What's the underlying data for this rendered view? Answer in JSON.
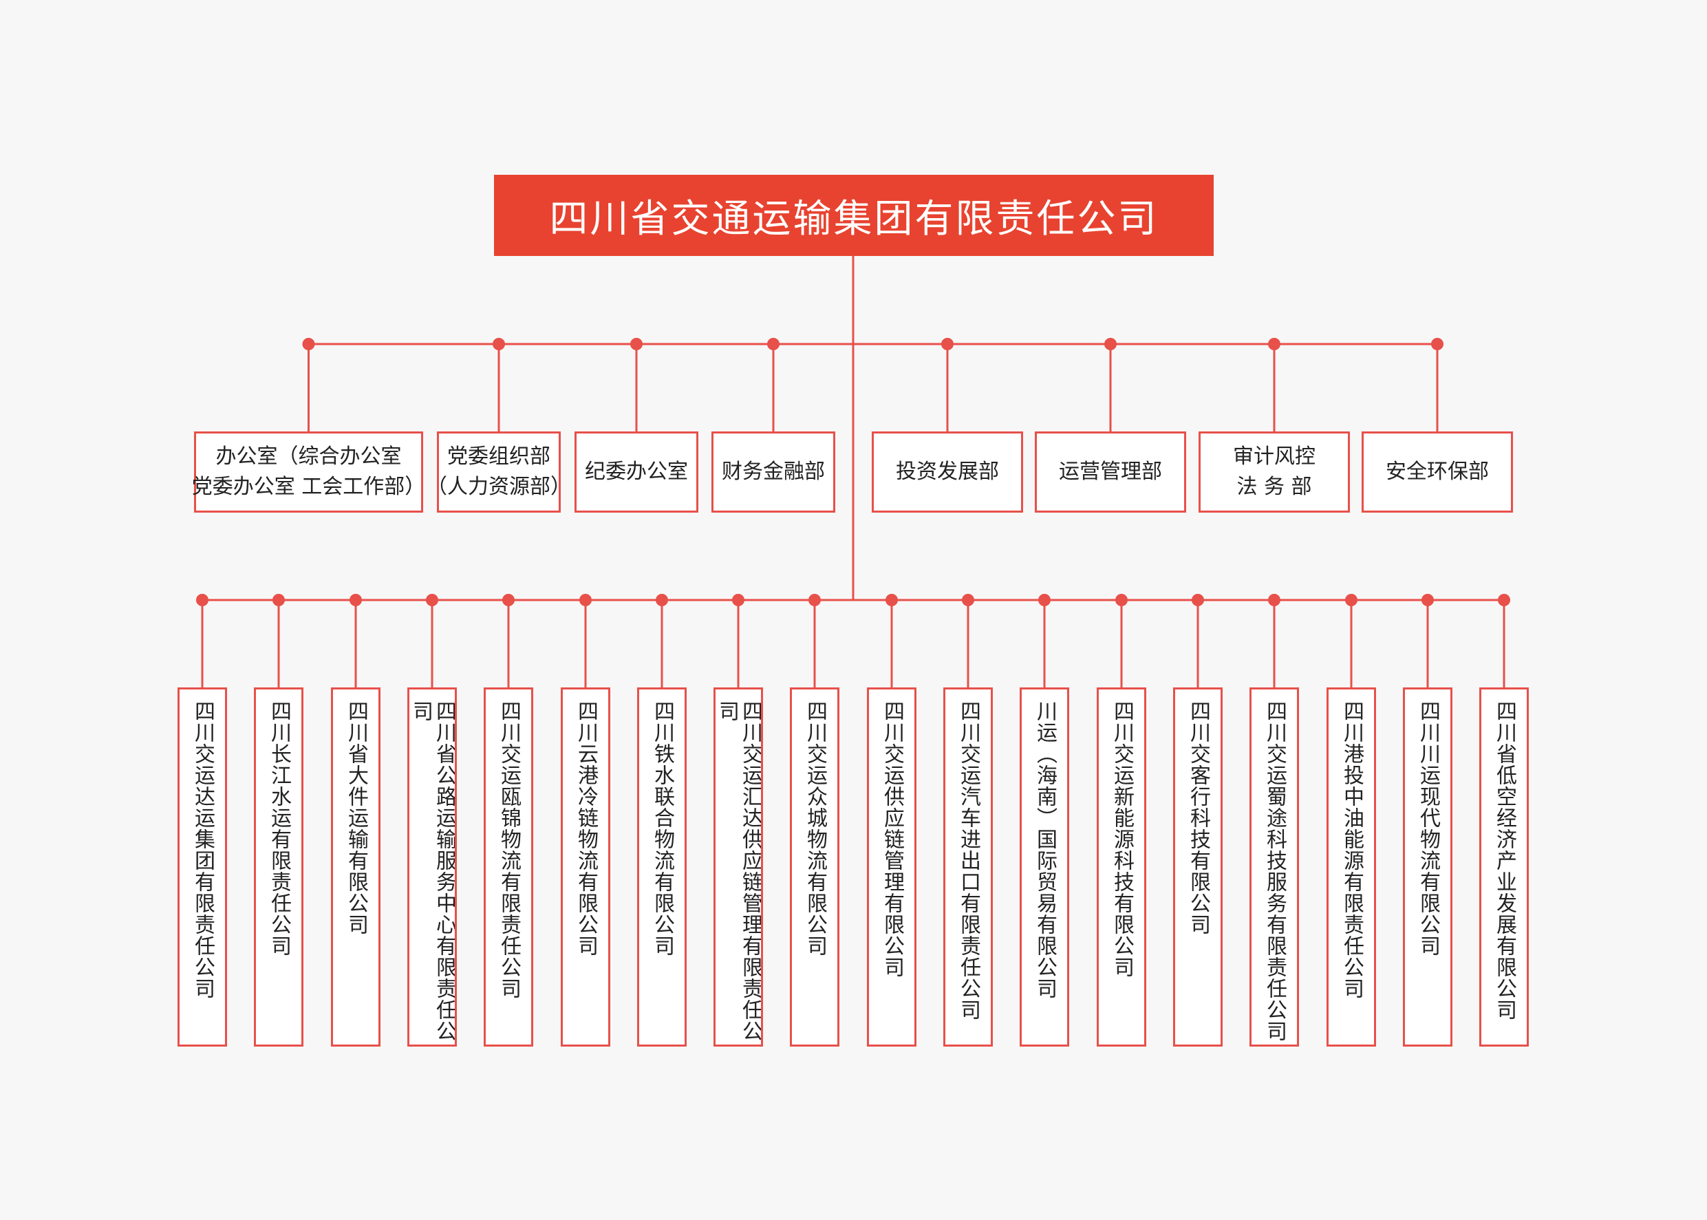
{
  "colors": {
    "accent": "#e84330",
    "line": "#e8504a",
    "background": "#f7f7f7",
    "text": "#222222"
  },
  "root": {
    "label": "四川省交通运输集团有限责任公司"
  },
  "departments": [
    {
      "id": "office",
      "line1": "办公室（综合办公室",
      "line2": "党委办公室 工会工作部）"
    },
    {
      "id": "party-org",
      "line1": "党委组织部",
      "line2": "（人力资源部）"
    },
    {
      "id": "discipline",
      "line1": "纪委办公室",
      "line2": ""
    },
    {
      "id": "finance",
      "line1": "财务金融部",
      "line2": ""
    },
    {
      "id": "investment",
      "line1": "投资发展部",
      "line2": ""
    },
    {
      "id": "operations",
      "line1": "运营管理部",
      "line2": ""
    },
    {
      "id": "audit",
      "line1": "审计风控",
      "line2": "法 务 部"
    },
    {
      "id": "safety",
      "line1": "安全环保部",
      "line2": ""
    }
  ],
  "subsidiaries": [
    "四川交运达运集团有限责任公司",
    "四川长江水运有限责任公司",
    "四川省大件运输有限公司",
    "四川省公路运输服务中心有限责任公司",
    "四川交运瓯锦物流有限责任公司",
    "四川云港冷链物流有限公司",
    "四川铁水联合物流有限公司",
    "四川交运汇达供应链管理有限责任公司",
    "四川交运众城物流有限公司",
    "四川交运供应链管理有限公司",
    "四川交运汽车进出口有限责任公司",
    "川运（海南）国际贸易有限公司",
    "四川交运新能源科技有限公司",
    "四川交客行科技有限公司",
    "四川交运蜀途科技服务有限责任公司",
    "四川港投中油能源有限责任公司",
    "四川川运现代物流有限公司",
    "四川省低空经济产业发展有限公司"
  ]
}
